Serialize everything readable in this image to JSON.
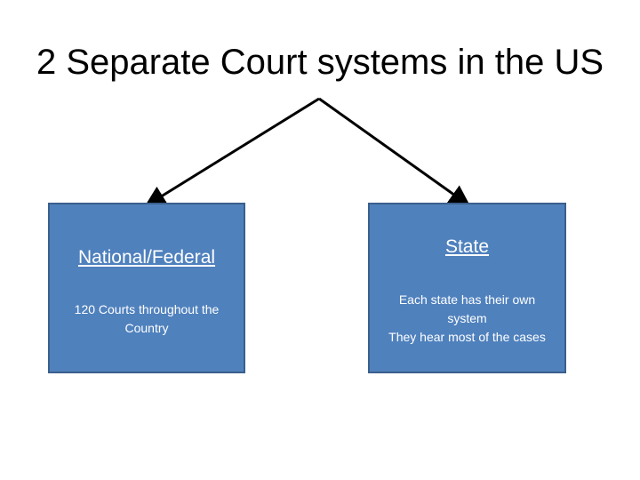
{
  "title": "2 Separate Court systems in the US",
  "colors": {
    "box_fill": "#4f81bd",
    "box_border": "#3b5f8c",
    "arrow": "#000000",
    "text": "#ffffff"
  },
  "boxes": [
    {
      "heading": "National/Federal",
      "lines": [
        "120 Courts throughout the",
        "Country"
      ]
    },
    {
      "heading": "State",
      "lines": [
        "Each state has their own",
        "system",
        "They hear most of the cases"
      ]
    }
  ]
}
